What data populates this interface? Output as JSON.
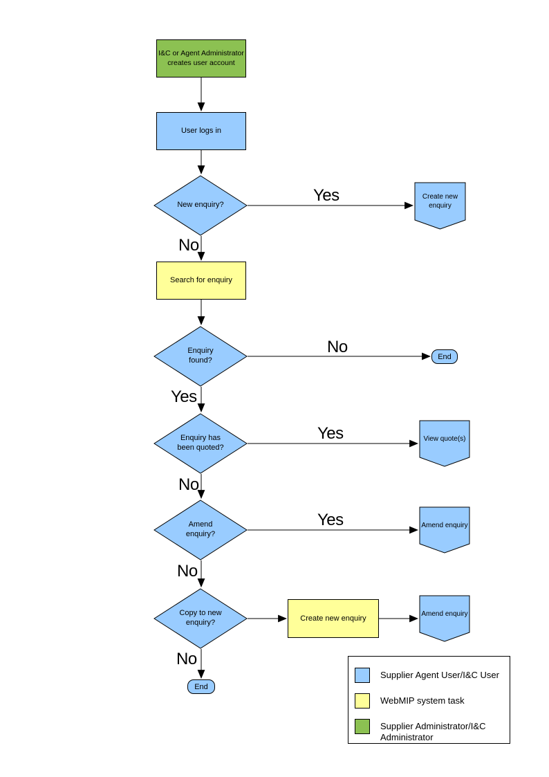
{
  "colors": {
    "user": "#99CCFF",
    "system": "#FFFF99",
    "admin": "#8CC152",
    "line": "#000000"
  },
  "nodes": {
    "admin_creates_account": {
      "label": "I&C or Agent Administrator\ncreates user account"
    },
    "user_logs_in": {
      "label": "User logs in"
    },
    "new_enquiry_q": {
      "label": "New enquiry?"
    },
    "create_new_enquiry_terminal": {
      "label": "Create new\nenquiry"
    },
    "search_for_enquiry": {
      "label": "Search for enquiry"
    },
    "enquiry_found_q": {
      "label": "Enquiry\nfound?"
    },
    "end_1": {
      "label": "End"
    },
    "enquiry_quoted_q": {
      "label": "Enquiry has\nbeen quoted?"
    },
    "view_quotes": {
      "label": "View quote(s)"
    },
    "amend_enquiry_q": {
      "label": "Amend\nenquiry?"
    },
    "amend_enquiry_1": {
      "label": "Amend enquiry"
    },
    "copy_to_new_q": {
      "label": "Copy to new\nenquiry?"
    },
    "create_new_enquiry_task": {
      "label": "Create new enquiry"
    },
    "amend_enquiry_2": {
      "label": "Amend enquiry"
    },
    "end_2": {
      "label": "End"
    }
  },
  "edge_labels": {
    "new_enquiry_yes": "Yes",
    "new_enquiry_no": "No",
    "enquiry_found_no": "No",
    "enquiry_found_yes": "Yes",
    "quoted_yes": "Yes",
    "quoted_no": "No",
    "amend_yes": "Yes",
    "amend_no": "No",
    "copy_no": "No"
  },
  "legend": {
    "items": [
      {
        "label": "Supplier Agent User/I&C User",
        "color": "#99CCFF"
      },
      {
        "label": "WebMIP system task",
        "color": "#FFFF99"
      },
      {
        "label": "Supplier Administrator/I&C\nAdministrator",
        "color": "#8CC152"
      }
    ]
  }
}
